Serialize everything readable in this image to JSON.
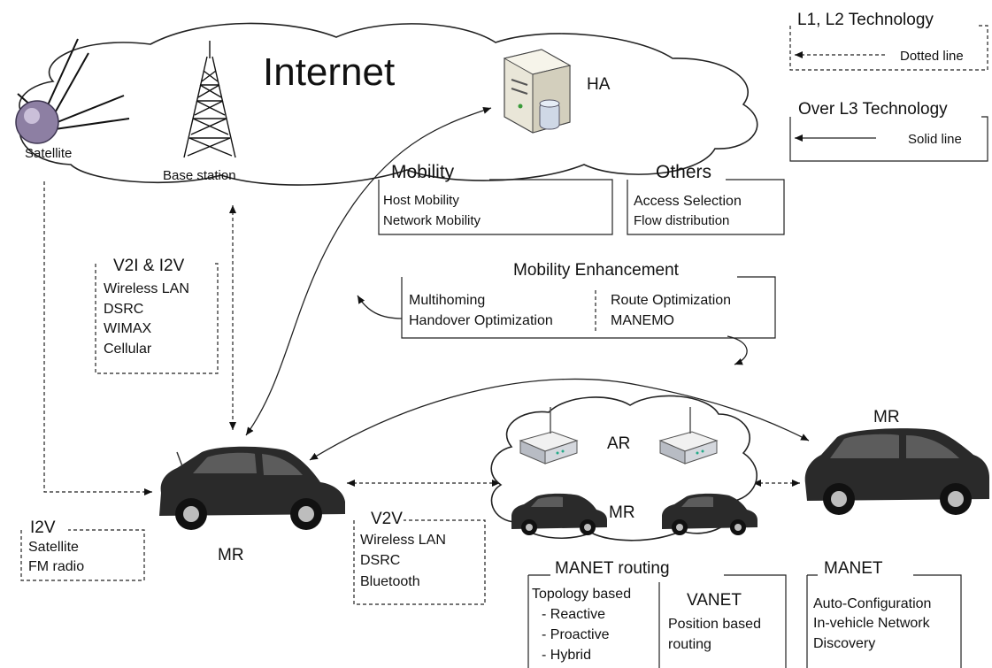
{
  "internet": {
    "label": "Internet",
    "satellite": "Satellite",
    "base_station": "Base station",
    "ha": "HA"
  },
  "legend": {
    "l12_title": "L1, L2 Technology",
    "l12_desc": "Dotted line",
    "l3_title": "Over L3 Technology",
    "l3_desc": "Solid line"
  },
  "mobility": {
    "title": "Mobility",
    "items": [
      "Host Mobility",
      "Network Mobility"
    ]
  },
  "others": {
    "title": "Others",
    "items": [
      "Access Selection",
      "Flow distribution"
    ]
  },
  "v2i": {
    "title": "V2I & I2V",
    "items": [
      "Wireless LAN",
      "DSRC",
      "WIMAX",
      "Cellular"
    ]
  },
  "enhancement": {
    "title": "Mobility Enhancement",
    "left": [
      "Multihoming",
      "Handover Optimization"
    ],
    "right": [
      "Route Optimization",
      "MANEMO"
    ]
  },
  "mr_main": "MR",
  "mr_right": "MR",
  "cluster": {
    "ar": "AR",
    "mr": "MR"
  },
  "i2v": {
    "title": "I2V",
    "items": [
      "Satellite",
      "FM radio"
    ]
  },
  "v2v": {
    "title": "V2V",
    "items": [
      "Wireless LAN",
      "DSRC",
      "Bluetooth"
    ]
  },
  "manet_routing": {
    "title": "MANET routing",
    "left": [
      "Topology based",
      "- Reactive",
      "- Proactive",
      "- Hybrid"
    ],
    "vanet_title": "VANET",
    "vanet_items": [
      "Position based",
      "routing"
    ]
  },
  "manet": {
    "title": "MANET",
    "items": [
      "Auto-Configuration",
      "In-vehicle Network",
      "Discovery"
    ]
  }
}
